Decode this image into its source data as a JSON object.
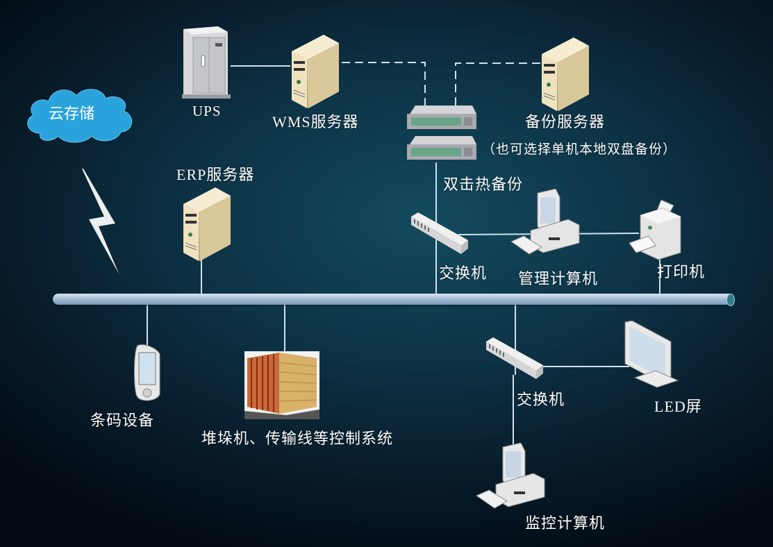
{
  "diagram": {
    "type": "network-topology",
    "colors": {
      "background": "#0d3346",
      "line": "#cfe3ee",
      "bus": "#a9c0d8",
      "cloud": "#2aa3dc",
      "server": "#e9dcb6"
    },
    "nodes": {
      "cloud": {
        "label": "云存储",
        "icon": "cloud-icon"
      },
      "ups": {
        "label": "UPS",
        "icon": "ups-icon"
      },
      "wms_server": {
        "label": "WMS服务器",
        "icon": "server-icon"
      },
      "backup_server": {
        "label": "备份服务器",
        "note": "（也可选择单机本地双盘备份）",
        "icon": "server-icon"
      },
      "hot_backup": {
        "label": "双击热备份",
        "icon": "rack-server-icon"
      },
      "erp_server": {
        "label": "ERP服务器",
        "icon": "server-icon"
      },
      "switch_top": {
        "label": "交换机",
        "icon": "switch-icon"
      },
      "mgmt_pc": {
        "label": "管理计算机",
        "icon": "desktop-computer-icon"
      },
      "printer": {
        "label": "打印机",
        "icon": "printer-icon"
      },
      "barcode": {
        "label": "条码设备",
        "icon": "handheld-scanner-icon"
      },
      "control_system": {
        "label": "堆垛机、传输线等控制系统",
        "icon": "warehouse-rack-icon"
      },
      "switch_bottom": {
        "label": "交换机",
        "icon": "switch-icon"
      },
      "led_screen": {
        "label": "LED屏",
        "icon": "monitor-icon"
      },
      "monitor_pc": {
        "label": "监控计算机",
        "icon": "desktop-computer-icon"
      }
    },
    "links": [
      {
        "from": "ups",
        "to": "wms_server",
        "style": "solid"
      },
      {
        "from": "wms_server",
        "to": "hot_backup",
        "style": "dashed"
      },
      {
        "from": "backup_server",
        "to": "hot_backup",
        "style": "dashed"
      },
      {
        "from": "hot_backup",
        "to": "bus",
        "style": "solid"
      },
      {
        "from": "switch_top",
        "to": "mgmt_pc",
        "style": "solid"
      },
      {
        "from": "mgmt_pc",
        "to": "printer",
        "style": "solid"
      },
      {
        "from": "printer",
        "to": "bus",
        "style": "solid"
      },
      {
        "from": "erp_server",
        "to": "bus",
        "style": "solid"
      },
      {
        "from": "cloud",
        "to": "bus",
        "style": "wireless"
      },
      {
        "from": "barcode",
        "to": "bus",
        "style": "solid"
      },
      {
        "from": "control_system",
        "to": "bus",
        "style": "solid"
      },
      {
        "from": "switch_bottom",
        "to": "bus",
        "style": "solid"
      },
      {
        "from": "switch_bottom",
        "to": "led_screen",
        "style": "solid"
      },
      {
        "from": "switch_bottom",
        "to": "monitor_pc",
        "style": "solid"
      }
    ]
  }
}
